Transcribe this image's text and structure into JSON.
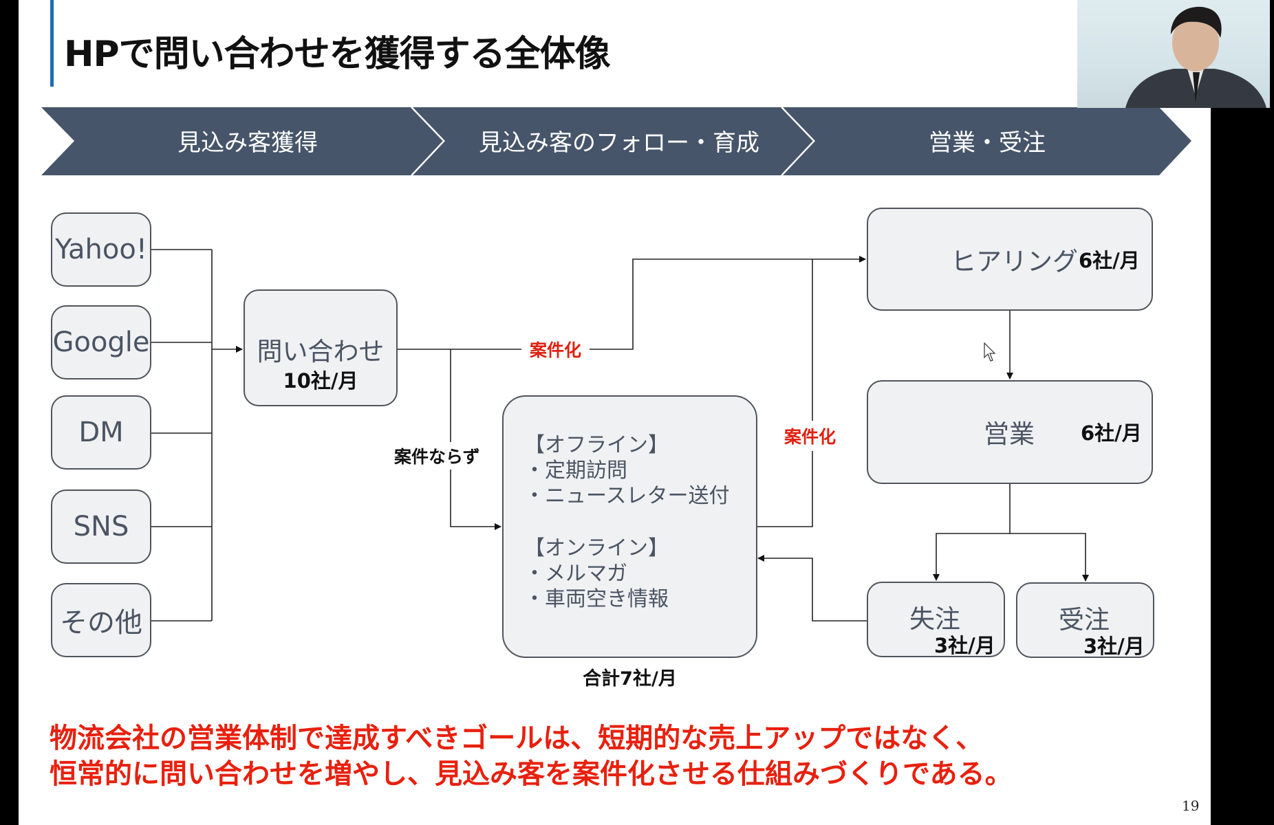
{
  "slide": {
    "title": "HPで問い合わせを獲得する全体像",
    "page_number": "19",
    "accent_color": "#1f6cb4",
    "chevron_color": "#465569",
    "highlight_color": "#e02010"
  },
  "stages": [
    {
      "label": "見込み客獲得"
    },
    {
      "label": "見込み客のフォロー・育成"
    },
    {
      "label": "営業・受注"
    }
  ],
  "sources": [
    {
      "label": "Yahoo!"
    },
    {
      "label": "Google"
    },
    {
      "label": "DM"
    },
    {
      "label": "SNS"
    },
    {
      "label": "その他"
    }
  ],
  "inquiry": {
    "label": "問い合わせ",
    "count": "10社/月"
  },
  "edges": {
    "converted_top": "案件化",
    "not_converted": "案件ならず",
    "converted_follow": "案件化"
  },
  "follow": {
    "offline_heading": "【オフライン】",
    "offline_items": [
      "・定期訪問",
      "・ニュースレター送付"
    ],
    "online_heading": "【オンライン】",
    "online_items": [
      "・メルマガ",
      "・車両空き情報"
    ],
    "total": "合計7社/月"
  },
  "hearing": {
    "label": "ヒアリング",
    "count": "6社/月"
  },
  "sales": {
    "label": "営業",
    "count": "6社/月"
  },
  "lost": {
    "label": "失注",
    "count": "3社/月"
  },
  "won": {
    "label": "受注",
    "count": "3社/月"
  },
  "conclusion": {
    "line1": "物流会社の営業体制で達成すべきゴールは、短期的な売上アップではなく、",
    "line2": "恒常的に問い合わせを増やし、見込み客を案件化させる仕組みづくりである。"
  },
  "webcam": {
    "label": "presenter-video"
  }
}
